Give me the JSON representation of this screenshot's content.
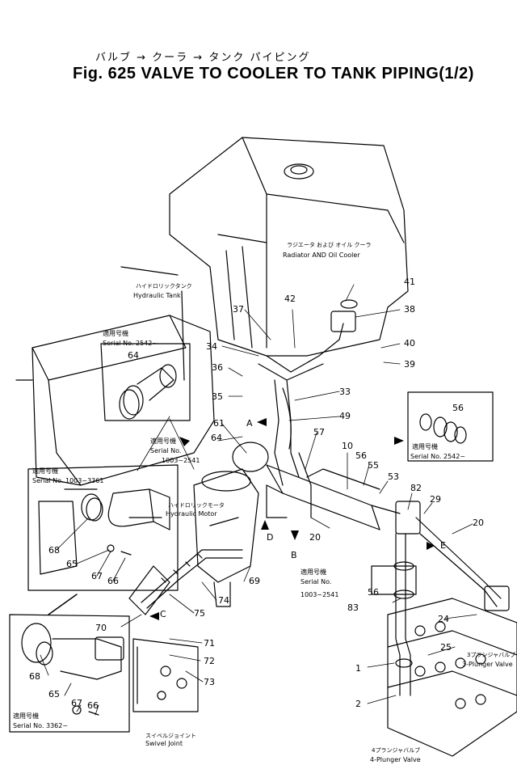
{
  "title": {
    "jp": "バルブ → クーラ → タンク パイピング",
    "en": "Fig. 625  VALVE TO COOLER TO TANK PIPING(1/2)"
  },
  "labels": {
    "radiator_jp": "ラジエータ および オイル クーラ",
    "radiator_en": "Radiator AND Oil Cooler",
    "tank_jp": "ハイドロリックタンク",
    "tank_en": "Hydraulic Tank",
    "motor_jp": "ハイドロリックモータ",
    "motor_en": "Hydraulic Motor",
    "swivel_jp": "スイベルジョイント",
    "swivel_en": "Swivel Joint",
    "plunger3_jp": "3プランジャバルブ",
    "plunger3_en": "3-Plunger Valve",
    "plunger4_jp": "4プランジャバルブ",
    "plunger4_en": "4-Plunger Valve"
  },
  "serials": {
    "applic_jp": "適用号機",
    "s2542": "Serial No. 2542~",
    "s1003_2541": "Serial No. 1003~2541",
    "s1003_3361": "Serial No. 1003~3361",
    "s3362": "Serial No. 3362~",
    "serial_no": "Serial No.",
    "range_1003_2541": "1003~2541"
  },
  "views": {
    "a": "A",
    "b": "B",
    "c": "C",
    "d": "D",
    "e": "E"
  },
  "callouts": {
    "n1": "1",
    "n2": "2",
    "n10": "10",
    "n20": "20",
    "n24": "24",
    "n25": "25",
    "n29": "29",
    "n33": "33",
    "n34": "34",
    "n35": "35",
    "n36": "36",
    "n37": "37",
    "n38": "38",
    "n39": "39",
    "n40": "40",
    "n41": "41",
    "n42": "42",
    "n49": "49",
    "n53": "53",
    "n55": "55",
    "n56": "56",
    "n57": "57",
    "n61": "61",
    "n64": "64",
    "n65": "65",
    "n66": "66",
    "n67": "67",
    "n68": "68",
    "n69": "69",
    "n70": "70",
    "n71": "71",
    "n72": "72",
    "n73": "73",
    "n74": "74",
    "n75": "75",
    "n82": "82",
    "n83": "83"
  }
}
